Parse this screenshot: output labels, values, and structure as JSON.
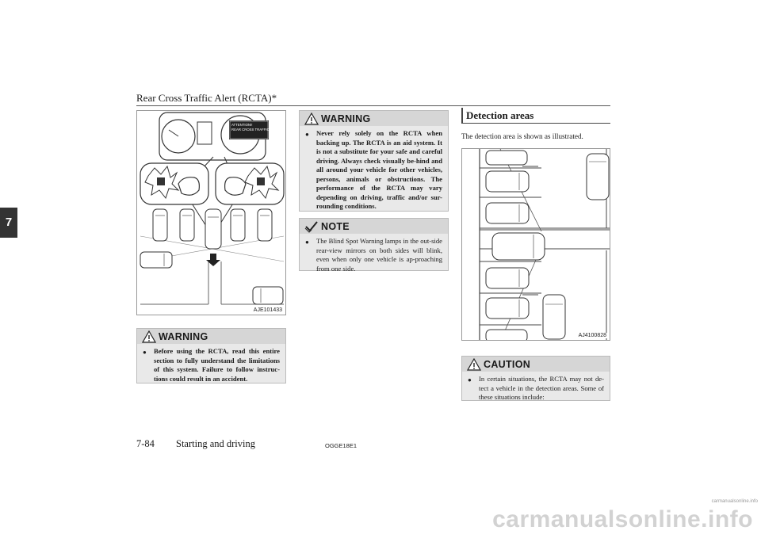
{
  "header": {
    "title": "Rear Cross Traffic Alert (RCTA)*"
  },
  "chapter": {
    "number": "7"
  },
  "figure1": {
    "label": "AJE101433",
    "display_text": "ATTENTION!!\nREAR CROSS TRAFFIC"
  },
  "warning1": {
    "title": "WARNING",
    "items": [
      "Before using the RCTA, read this entire section to fully understand the limitations of this system. Failure to follow instruc-tions could result in an accident."
    ]
  },
  "warning2": {
    "title": "WARNING",
    "items": [
      "Never rely solely on the RCTA when backing up. The RCTA is an aid system. It is not a substitute for your safe and careful driving. Always check visually be-hind and all around your vehicle for other vehicles, persons, animals or obstructions. The performance of the RCTA may vary depending on driving, traffic and/or sur-rounding conditions."
    ]
  },
  "note1": {
    "title": "NOTE",
    "items": [
      "The Blind Spot Warning lamps in the out-side rear-view mirrors on both sides will blink, even when only one vehicle is ap-proaching from one side."
    ]
  },
  "section": {
    "heading": "Detection areas",
    "intro": "The detection area is shown as illustrated."
  },
  "figure2": {
    "label": "AJ4100828"
  },
  "caution1": {
    "title": "CAUTION",
    "items": [
      "In certain situations, the RCTA may not de-tect a vehicle in the detection areas. Some of these situations include:"
    ]
  },
  "footer": {
    "page": "7-84",
    "section": "Starting and driving",
    "code": "OGGE18E1"
  },
  "watermark": {
    "text": "carmanualsonline.info"
  },
  "colors": {
    "box_bg": "#e9e9e9",
    "box_head": "#d6d6d6",
    "tab": "#333333"
  }
}
